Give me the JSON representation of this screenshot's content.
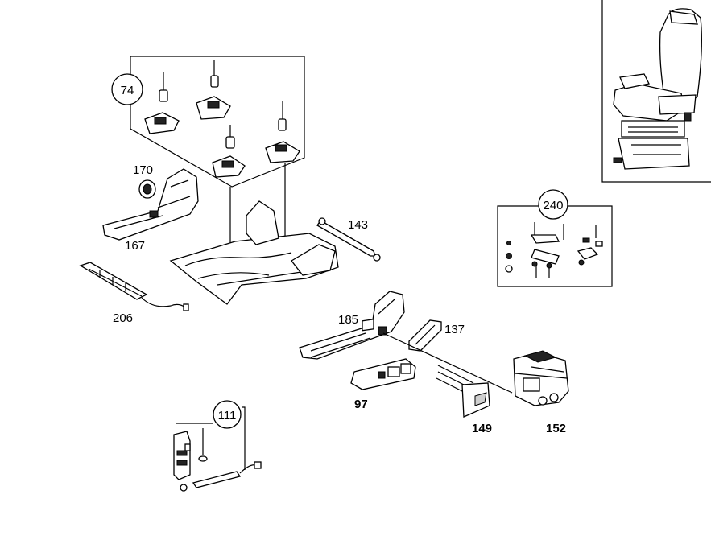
{
  "diagram": {
    "callouts": {
      "c74": "74",
      "c240": "240",
      "c111": "111"
    },
    "parts": {
      "p170": "170",
      "p167": "167",
      "p143": "143",
      "p206": "206",
      "p185": "185",
      "p137": "137",
      "p97": "97",
      "p149": "149",
      "p152": "152"
    }
  }
}
